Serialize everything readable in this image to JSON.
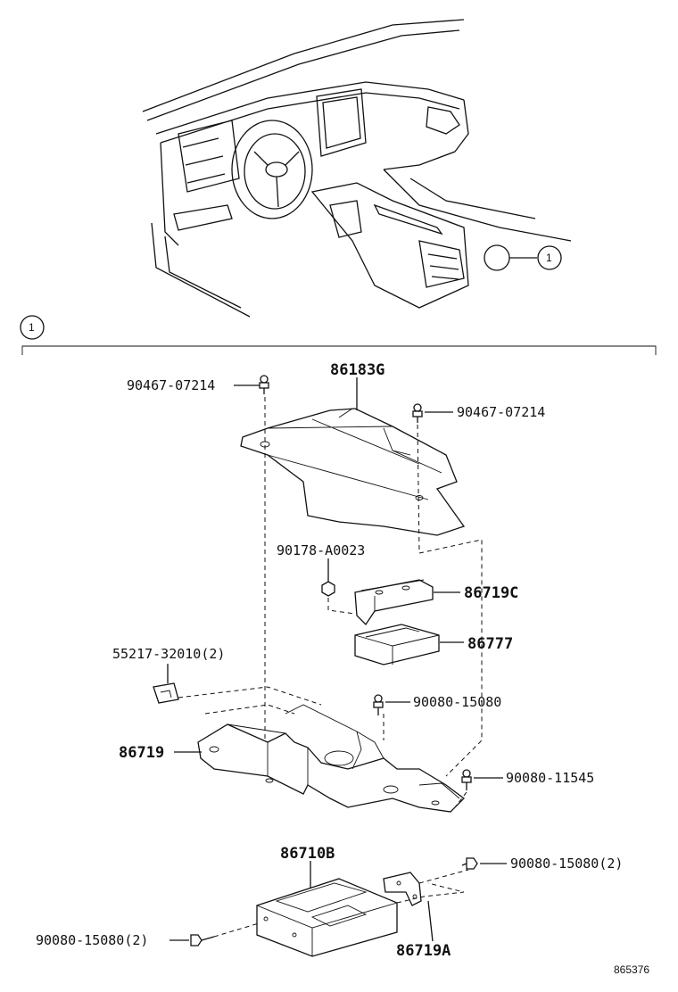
{
  "callout": {
    "number": "1"
  },
  "section": {
    "marker": "1"
  },
  "labels": {
    "p86183G": "86183G",
    "bolt_left": "90467-07214",
    "bolt_right": "90467-07214",
    "nut": "90178-A0023",
    "p86719C": "86719C",
    "p86777": "86777",
    "clip": "55217-32010(2)",
    "bolt_15080": "90080-15080",
    "p86719": "86719",
    "bolt_11545": "90080-11545",
    "p86710B": "86710B",
    "bolt_15080_2_right": "90080-15080(2)",
    "bolt_15080_2_left": "90080-15080(2)",
    "p86719A": "86719A"
  },
  "figure_id": "865376"
}
